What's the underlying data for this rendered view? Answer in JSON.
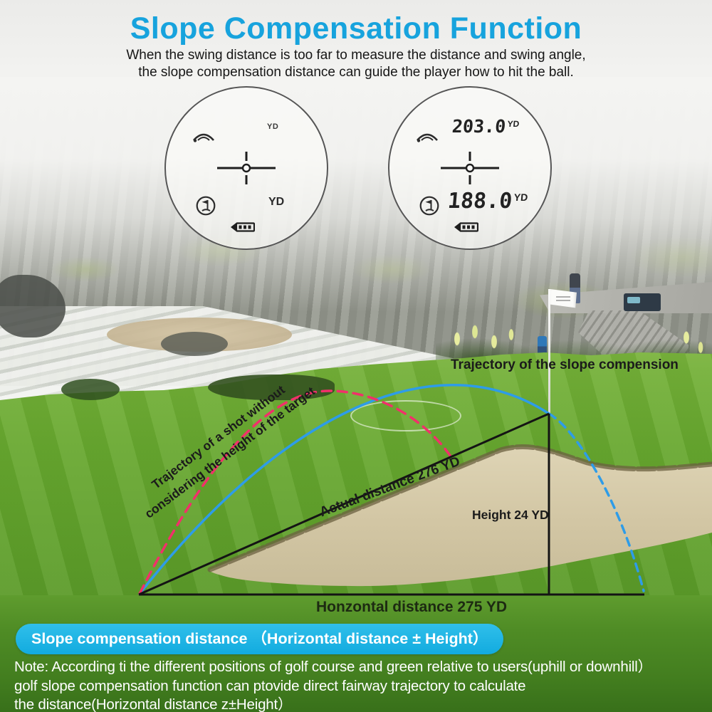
{
  "header": {
    "title": "Slope Compensation Function",
    "subtitle_line1": "When the swing distance is too far to measure the distance and swing angle,",
    "subtitle_line2": "the slope compensation distance can guide the player how to hit the ball.",
    "title_color": "#17a3dd"
  },
  "scopes": {
    "left": {
      "top_unit": "YD",
      "bottom_unit": "YD",
      "icons": {
        "slope": "slope-arc-icon",
        "flag": "flag-pin-icon",
        "battery": "battery-icon",
        "reticle": "crosshair-reticle"
      }
    },
    "right": {
      "top_value": "203.0",
      "top_unit": "YD",
      "bottom_value": "188.0",
      "bottom_unit": "YD"
    }
  },
  "diagram": {
    "slope_trajectory_label": "Trajectory of the slope compension",
    "shot_trajectory_line1": "Trajectory of a shot without",
    "shot_trajectory_line2": "considering the height of the target",
    "actual_distance_label": "Actual distance 276 YD",
    "height_label": "Height 24 YD",
    "horizontal_distance_label": "Honzontal distance 275 YD",
    "colors": {
      "slope_trajectory": "#2e9ce8",
      "shot_trajectory": "#f1306a",
      "triangle": "#141414"
    }
  },
  "banner": {
    "text": "Slope compensation distance （Horizontal distance ± Height）",
    "background": "#14b2e6",
    "text_color": "#ffffff"
  },
  "note": {
    "line1": "Note: According ti the different positions of golf course and green relative to users(uphill or downhill）",
    "line2": "golf slope compensation function can ptovide direct fairway trajectory to calculate",
    "line3": "the distance(Horizontal distance z±Height）"
  }
}
